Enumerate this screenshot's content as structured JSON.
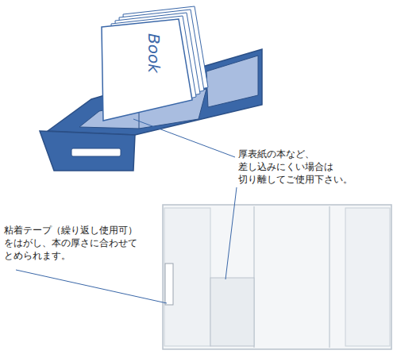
{
  "diagram": {
    "labels": [
      "Book",
      "厚表紙の本など、 差し込みにくい場合は 切り離してご使用下さい。",
      "粘着テープ（繰り返し使用可） をはがし、本の厚さに合わせて とめられます。"
    ]
  }
}
